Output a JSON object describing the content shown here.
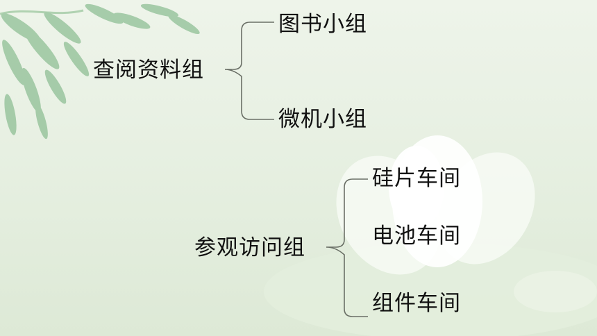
{
  "groups": [
    {
      "name": "查阅资料组",
      "items": [
        "图书小组",
        "微机小组"
      ]
    },
    {
      "name": "参观访问组",
      "items": [
        "硅片车间",
        "电池车间",
        "组件车间"
      ]
    }
  ],
  "colors": {
    "text": "#111111",
    "bracket": "#6a6f66",
    "leaf": "#7fae86",
    "flower": "#ffffff"
  }
}
